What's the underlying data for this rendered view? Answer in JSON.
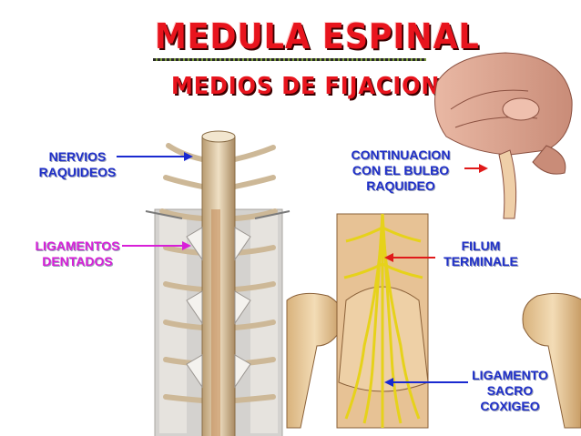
{
  "title": "MEDULA ESPINAL",
  "subtitle": "MEDIOS DE FIJACION",
  "labels": {
    "nervios_raquideos": "NERVIOS\nRAQUIDEOS",
    "ligamentos_dentados": "LIGAMENTOS\nDENTADOS",
    "continuacion_bulbo": "CONTINUACION\nCON EL BULBO\nRAQUIDEO",
    "filum_terminale": "FILUM\nTERMINALE",
    "ligamento_sacro_coxigeo": "LIGAMENTO\nSACRO\nCOXIGEO"
  },
  "colors": {
    "title": "#e8141d",
    "label_blue": "#1f2fc8",
    "label_pink": "#d81fd8",
    "label_red": "#c81a1a",
    "arrow_blue": "#1a2ad0",
    "arrow_pink": "#d81fd8",
    "arrow_red": "#e01a1a"
  }
}
